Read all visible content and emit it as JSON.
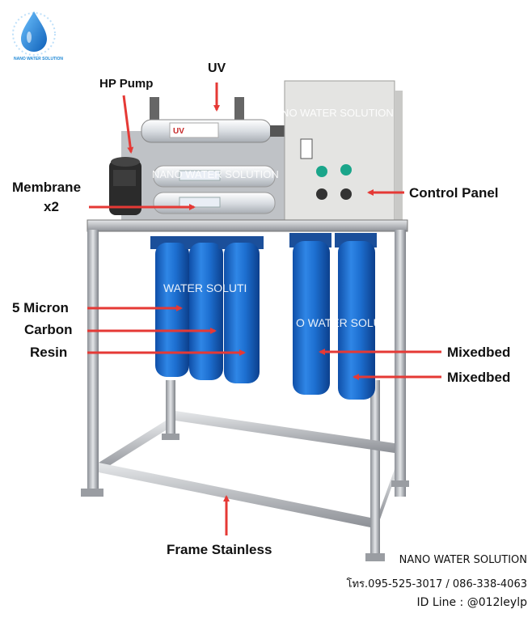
{
  "brand": {
    "logo_text": "NANO WATER SOLUTION",
    "drop_color": "#1e88d6"
  },
  "labels": {
    "uv": "UV",
    "hp_pump": "HP Pump",
    "membrane": "Membrane",
    "membrane_count": "x2",
    "control_panel": "Control Panel",
    "micron": "5 Micron",
    "carbon": "Carbon",
    "resin": "Resin",
    "mixedbed_1": "Mixedbed",
    "mixedbed_2": "Mixedbed",
    "frame": "Frame Stainless"
  },
  "watermarks": {
    "top": "NANO WATER SOLUTION",
    "middle": "NANO WATER SOLUTION",
    "left": "WATER SOLUTI",
    "right": "O WATER SOLUTI"
  },
  "contact": {
    "company": "NANO WATER SOLUTION",
    "phone": "โทร.095-525-3017 / 086-338-4063",
    "line": "ID Line : @012leylp"
  },
  "colors": {
    "arrow": "#e53935",
    "housing_blue": "#1f6fd1",
    "steel": "#b9bcc0",
    "panel": "#e4e4e2"
  }
}
